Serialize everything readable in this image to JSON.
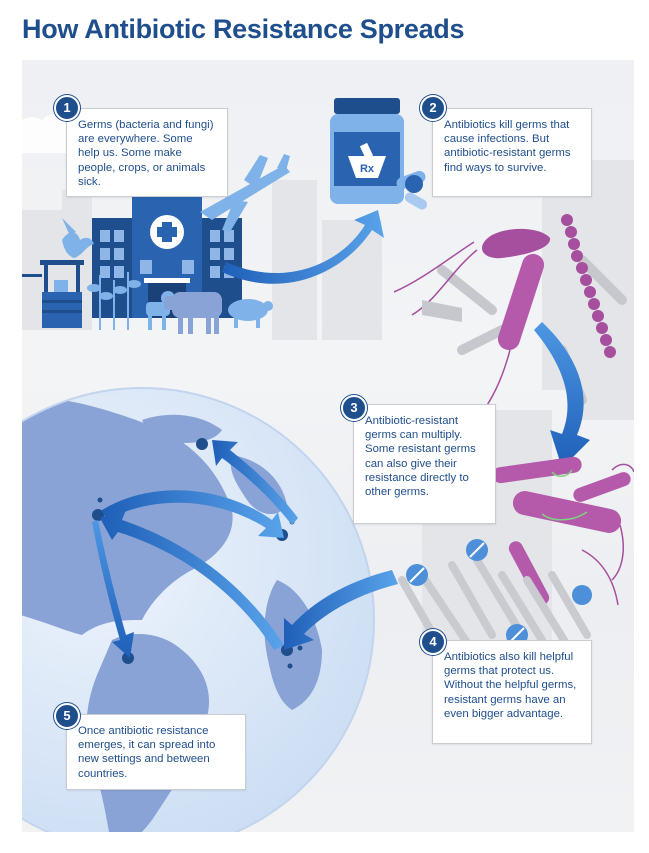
{
  "title": "How Antibiotic Resistance Spreads",
  "steps": [
    {
      "number": "1",
      "text": "Germs (bacteria and fungi) are everywhere. Some help us. Some make people, crops, or animals sick."
    },
    {
      "number": "2",
      "text": "Antibiotics kill germs that cause infections. But antibiotic-resistant germs find ways to survive."
    },
    {
      "number": "3",
      "text": "Antibiotic-resistant germs can multiply. Some resistant germs can also give their resistance directly to other germs."
    },
    {
      "number": "4",
      "text": "Antibiotics also kill helpful germs that protect us. Without the helpful germs, resistant germs have an even bigger advantage."
    },
    {
      "number": "5",
      "text": "Once antibiotic resistance emerges, it can spread into new settings and between countries."
    }
  ],
  "bottle_label": "Rx",
  "colors": {
    "brand_blue": "#1f4e8c",
    "arrow_blue": "#2f7bd1",
    "light_blue": "#7fb2e8",
    "germ_purple": "#a64f9f",
    "globe_ocean": "#dde9f8",
    "globe_land": "#8aa3d6",
    "panel_gray": "#eef0f3"
  },
  "icons": [
    "hospital-icon",
    "airplane-icon",
    "bird-icon",
    "well-icon",
    "plant-icon",
    "dog-icon",
    "cow-icon",
    "pig-icon",
    "pill-bottle-icon",
    "capsule-icon",
    "bacteria-icon",
    "globe-icon",
    "location-pin-icon",
    "spread-arrow-icon"
  ]
}
